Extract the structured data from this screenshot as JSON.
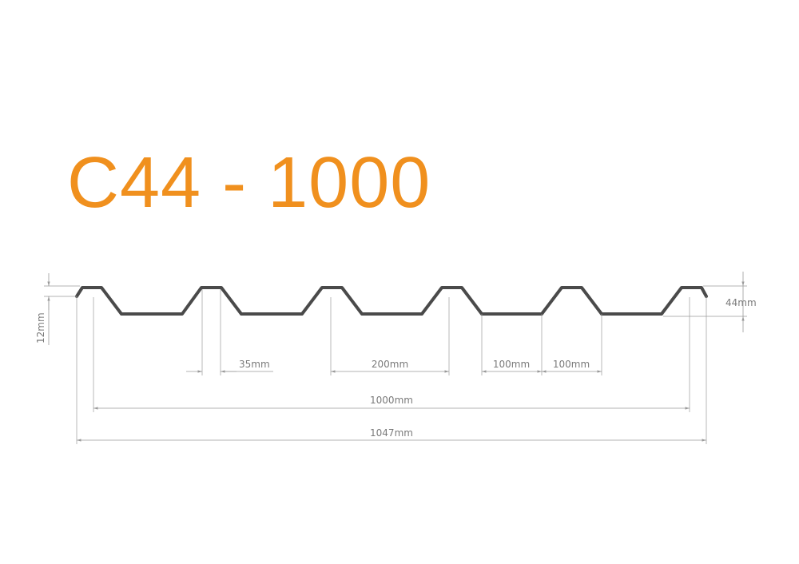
{
  "title": "C44 - 1000",
  "colors": {
    "title": "#f0901e",
    "profile": "#4a4a4a",
    "dimension": "#9a9a9a"
  },
  "dimensions": {
    "rib_top_width": "35mm",
    "rib_pitch": "200mm",
    "pan_width_1": "100mm",
    "pan_width_2": "100mm",
    "cover_width": "1000mm",
    "overall_width": "1047mm",
    "profile_height": "44mm",
    "edge_height": "12mm"
  }
}
